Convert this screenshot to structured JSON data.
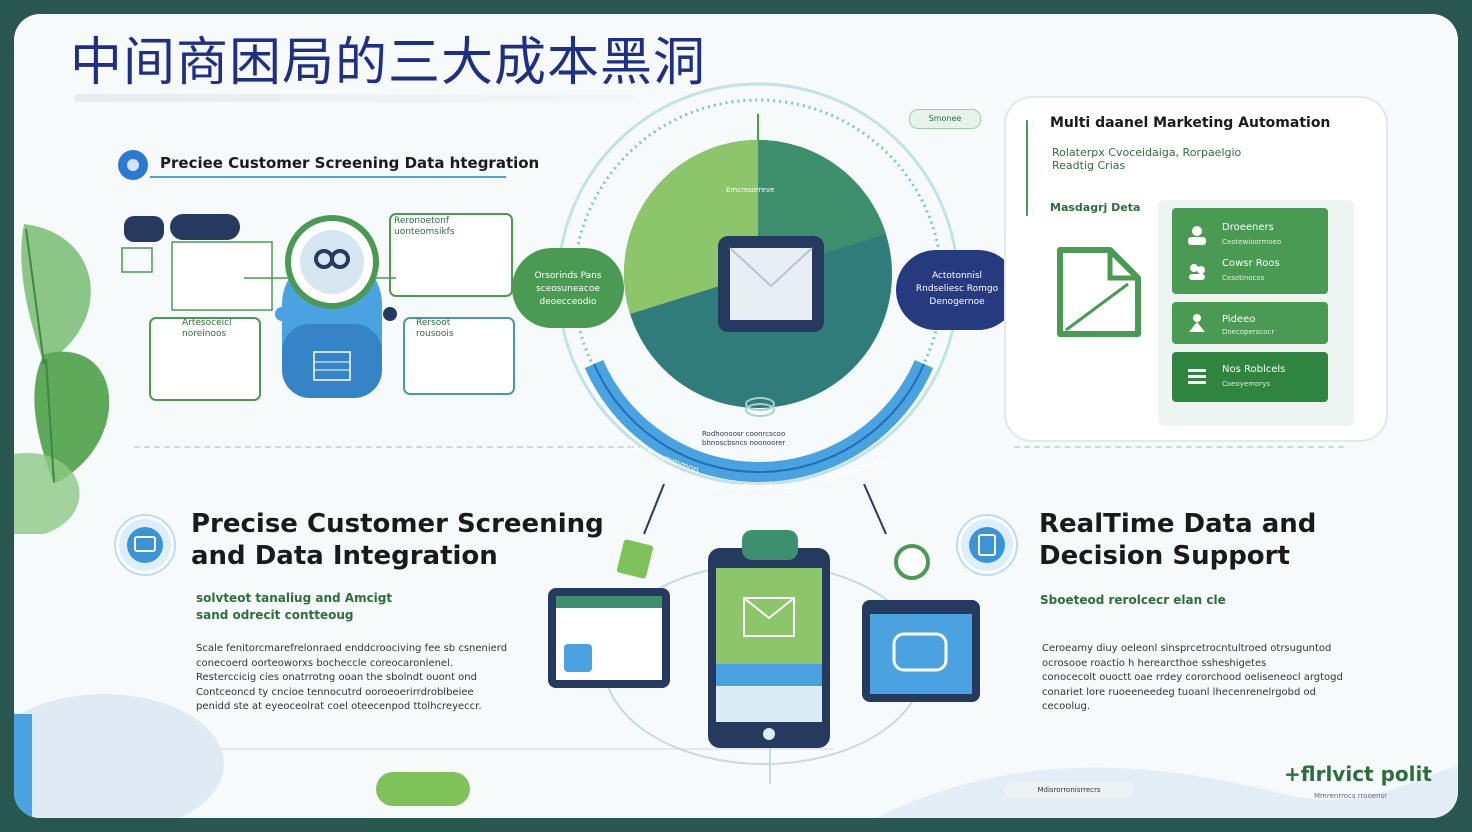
{
  "title": "中间商困局的三大成本黑洞",
  "left_top": {
    "heading": "Preciee Customer Screening Data htegration",
    "top_box": {
      "title": "Reronoetonf\nuonteomsikfs"
    },
    "left_box": {
      "title": "Artesoceicl\nnoreinoos"
    },
    "right_box": {
      "title": "Rersoot\nrousoois"
    }
  },
  "center": {
    "left_pill": "Orsorinds Pans\nsceosuneacoe\ndeoecceodio",
    "right_pill": "Actotonnisl\nRndseliesc Romgo\nDenogernoe",
    "bottom_ring_left": "mmmmmmmon",
    "bottom_ring_mid": "bnmmmloosteros",
    "bottom_ring_right": "bhnonmmmen",
    "caption": "Rodhonoosr coonrcscoo\nbhnoscbsncs noonoorer",
    "top_label": "Emcresorreve",
    "tag": "Smonee"
  },
  "right_top": {
    "heading": "Multi daanel Marketing Automation",
    "sub": "Rolaterpx Cvoceidaiga, Rorpaelgio\nReadtig Crias",
    "label": "Masdagrj Deta",
    "rows": [
      {
        "label": "Droeeners",
        "sub": "Ceotewioormoeo",
        "icon": "user-icon"
      },
      {
        "label": "Cowsr Roos",
        "sub": "Cesotinocos",
        "icon": "group-icon"
      },
      {
        "label": "Pideeo",
        "sub": "Doecoperscocr",
        "icon": "person-icon"
      },
      {
        "label": "Nos Roblcels",
        "sub": "Coeoyemorys",
        "icon": "list-icon"
      }
    ]
  },
  "bottom_left": {
    "heading_line1": "Precise Customer Screening",
    "heading_line2": "and Data Integration",
    "sub": "solvteot tanaliug and Amcigt\nsand odrecit contteoug",
    "para": [
      "Scale fenitorcmarefrelonraed enddcroociving fee sb csnenierd",
      "conecoerd oorteoworxs bocheccle coreocaronlenel.",
      "Resterccicig cies onatrrotng ooan the sbolndt ouont ond",
      "Contceoncd ty cncioe tennocutrd ooroeoerirrdroblbeiee",
      "penidd ste at eyeoceolrat coel oteecenpod ttolhcreyeccr."
    ]
  },
  "bottom_right": {
    "heading_line1": "RealTime Data and",
    "heading_line2": "Decision Support",
    "sub": "Sboeteod rerolcecr elan cle",
    "para": [
      "Ceroeamy diuy oeleonl sinsprcetrocntultroed otrsuguntod",
      "ocrosooe roactio h herearcthoe ssheshigetes",
      "conocecolt ouoctt oae rrdey cororchood oeliseneocl argtogd",
      "conariet lore ruoeeneedeg tuoanl lhecenrenelrgobd od",
      "cecoolug."
    ]
  },
  "footer": {
    "brand": "+flrlvict polit",
    "brand_sub": "Mmrenrrocs rrooensr",
    "center_note": "Mdisrorronisrrecrs"
  },
  "colors": {
    "dark_blue": "#1f2f86",
    "green": "#4a9a53",
    "teal": "#2f7c7a",
    "light_blue": "#4aa3e0",
    "navy": "#263a5f"
  }
}
